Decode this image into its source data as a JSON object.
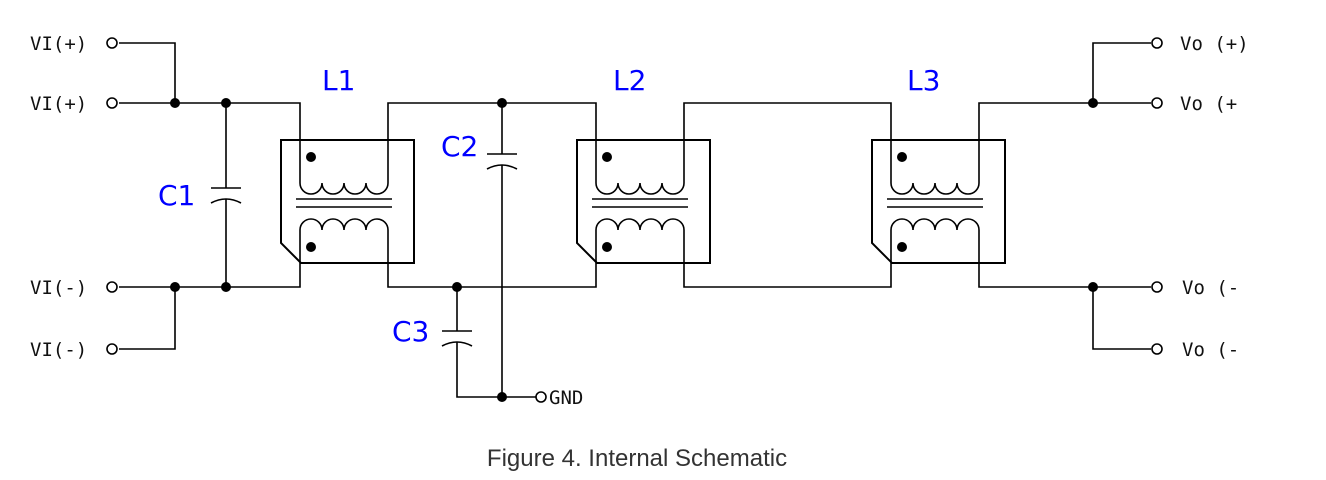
{
  "terminals": {
    "vi_plus_1": "VI(+)",
    "vi_plus_2": "VI(+)",
    "vi_minus_1": "VI(-)",
    "vi_minus_2": "VI(-)",
    "vo_plus_1": "Vo (+)",
    "vo_plus_2": "Vo (+",
    "vo_minus_1": "Vo (-",
    "vo_minus_2": "Vo (-",
    "gnd": "GND"
  },
  "components": {
    "c1": "C1",
    "c2": "C2",
    "c3": "C3",
    "l1": "L1",
    "l2": "L2",
    "l3": "L3"
  },
  "caption": "Figure 4. Internal Schematic",
  "colors": {
    "component_label": "#0000ff",
    "wire": "#000000"
  }
}
